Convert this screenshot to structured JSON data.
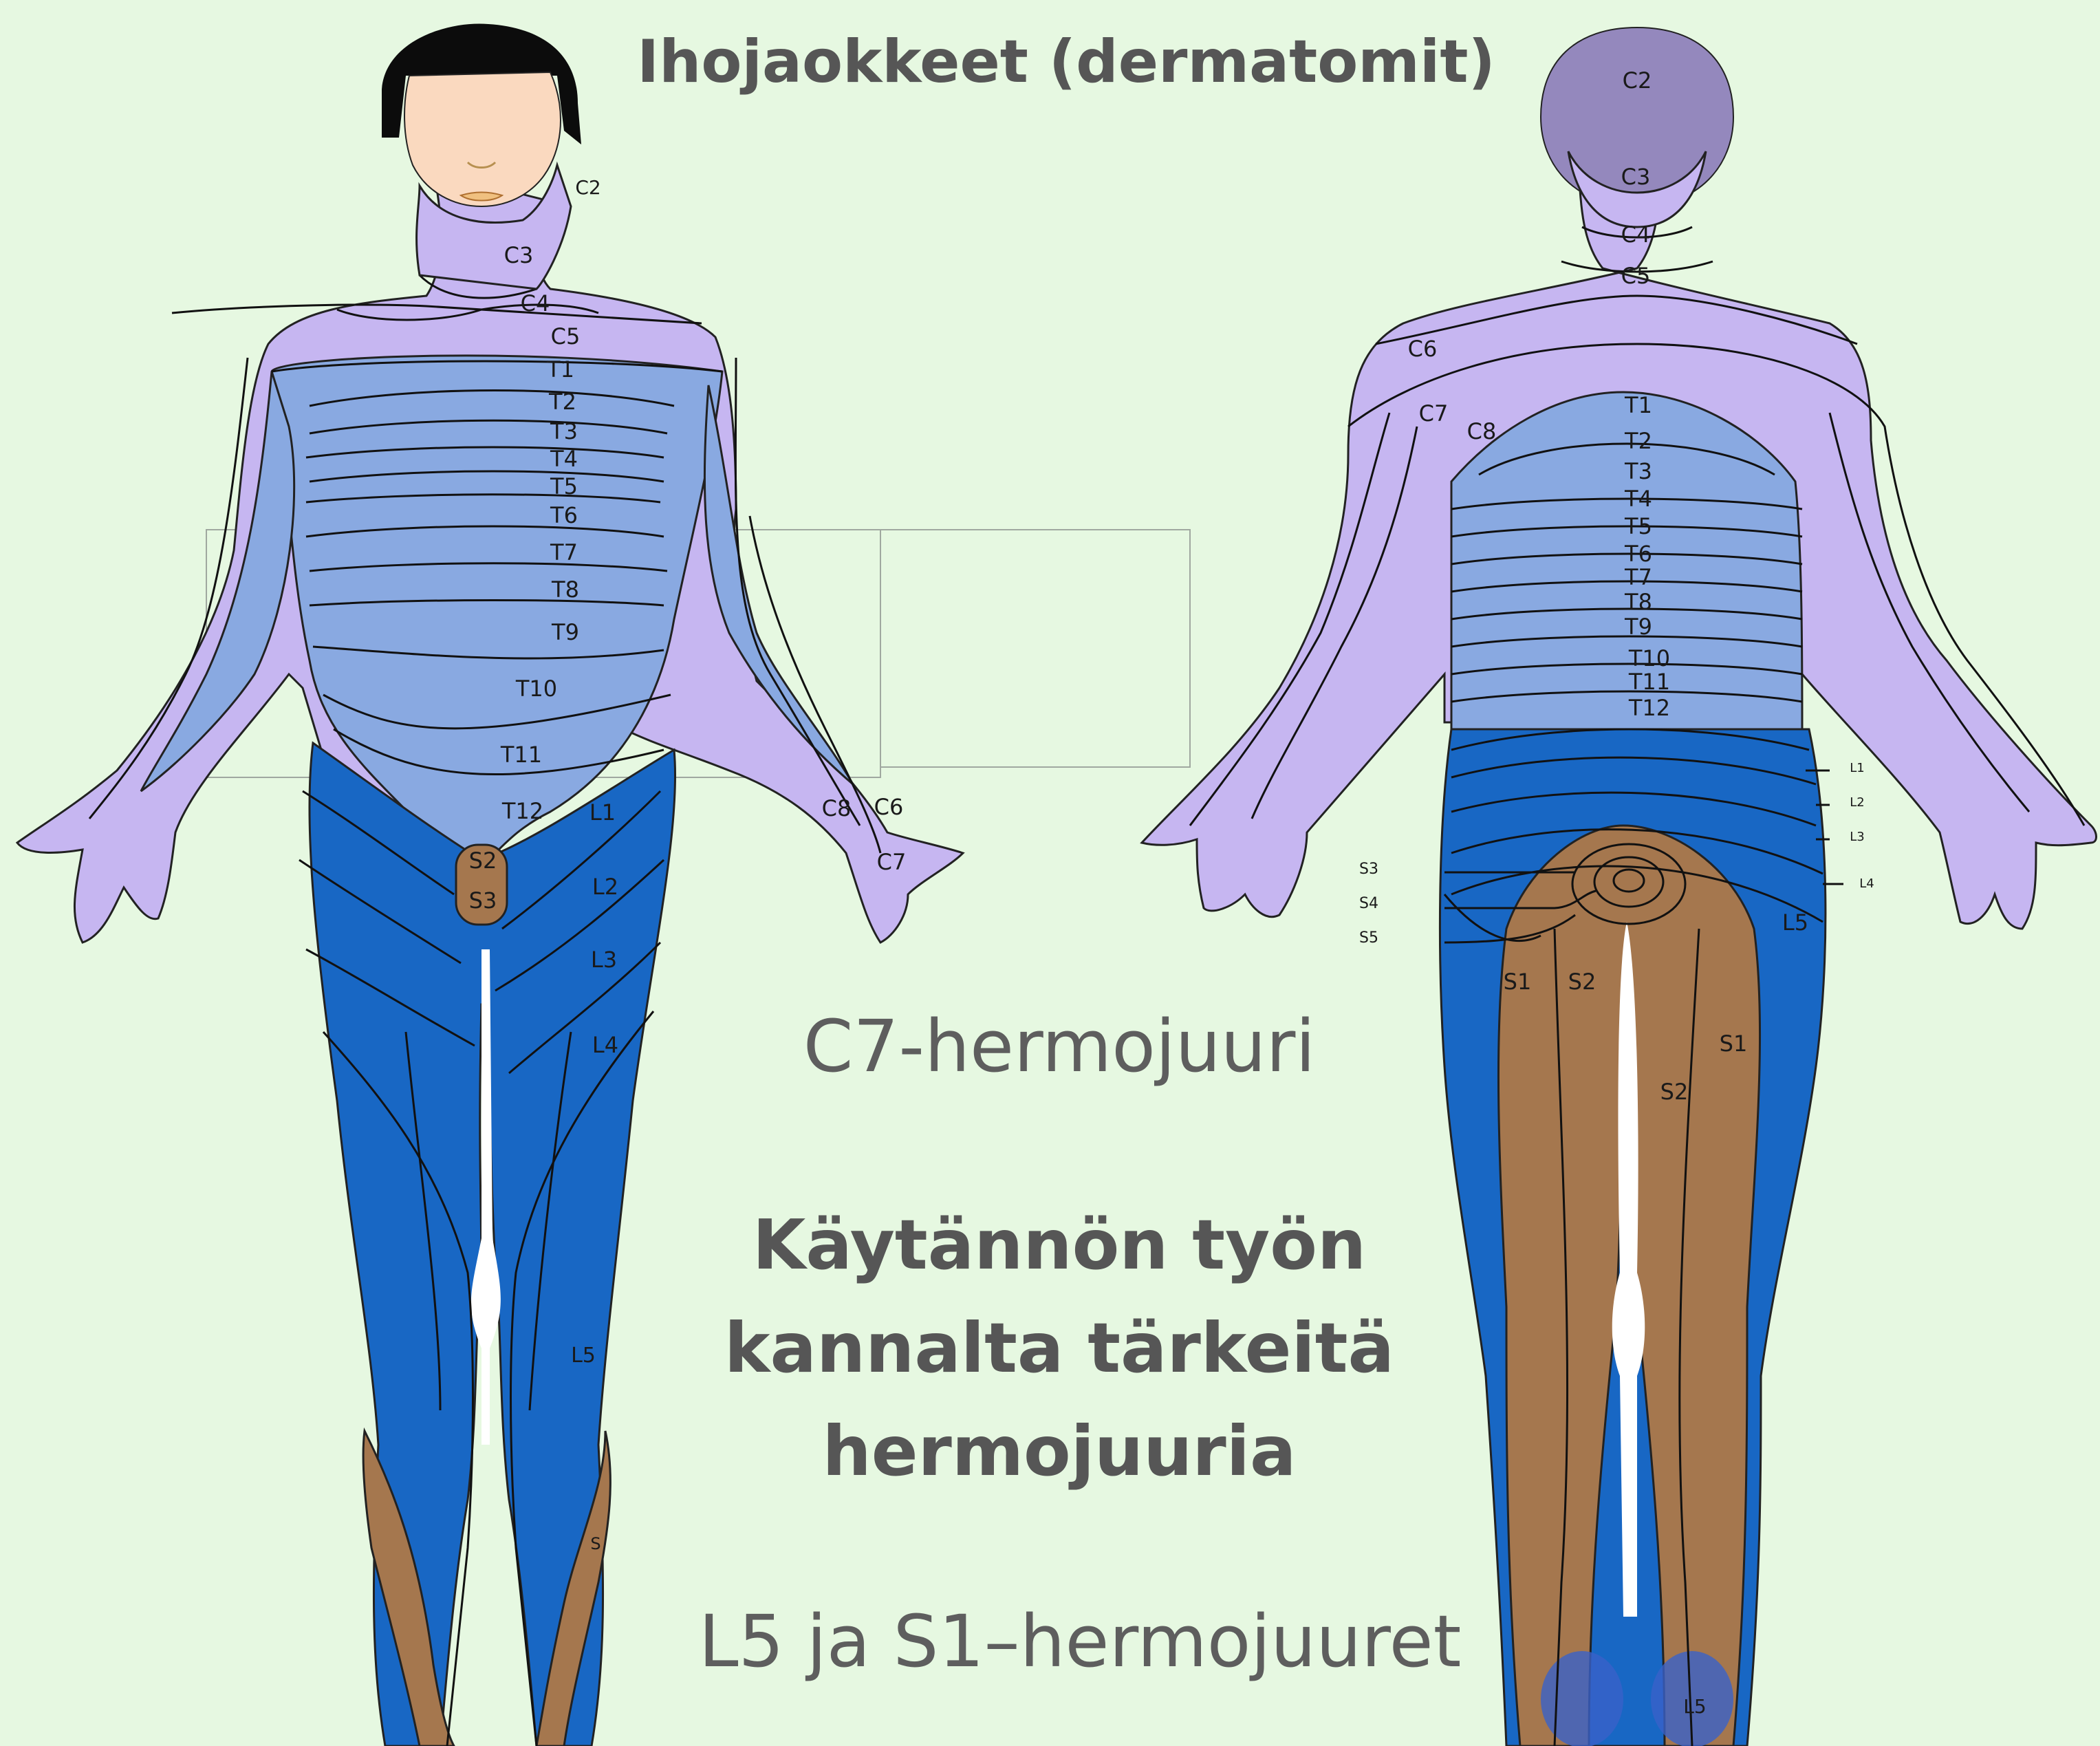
{
  "title": "Ihojaokkeet (dermatomit)",
  "caption_c7": "C7-hermojuuri",
  "heading_lines": [
    "Käytännön työn",
    "kannalta tärkeitä",
    "hermojuuria"
  ],
  "caption_l5_s1": "L5 ja S1–hermojuuret",
  "front_labels": {
    "c2": "C2",
    "c3": "C3",
    "c4": "C4",
    "c5": "C5",
    "t1": "T1",
    "t2": "T2",
    "t3": "T3",
    "t4": "T4",
    "t5": "T5",
    "t6": "T6",
    "t7": "T7",
    "t8": "T8",
    "t9": "T9",
    "t10": "T10",
    "t11": "T11",
    "t12": "T12",
    "l1": "L1",
    "l2": "L2",
    "l3": "L3",
    "l4": "L4",
    "l5": "L5",
    "s2": "S2",
    "s3": "S3",
    "s_foot": "S",
    "c6": "C6",
    "c7": "C7",
    "c8": "C8"
  },
  "back_labels": {
    "c2": "C2",
    "c3": "C3",
    "c4": "C4",
    "c5": "C5",
    "c6": "C6",
    "c7": "C7",
    "c8": "C8",
    "t1": "T1",
    "t2": "T2",
    "t3": "T3",
    "t4": "T4",
    "t5": "T5",
    "t6": "T6",
    "t7": "T7",
    "t8": "T8",
    "t9": "T9",
    "t10": "T10",
    "t11": "T11",
    "t12": "T12",
    "s3": "S3",
    "s4": "S4",
    "s5": "S5",
    "s1_left": "S1",
    "s2_left": "S2",
    "s1_right": "S1",
    "s2_right": "S2",
    "l5_hip": "L5",
    "l5_heel": "L5",
    "l1": "L1",
    "l2": "L2",
    "l3": "L3",
    "l4": "L4"
  },
  "colors": {
    "background": "#e6f8e1",
    "cervical": "#c6b6f1",
    "thoracic": "#89a9e1",
    "lumbar": "#1867c4",
    "sacral": "#a5774e",
    "head_back": "#9488bd",
    "skin": "#fad9bf",
    "hair": "#0c0c0c",
    "text": "#565656"
  }
}
